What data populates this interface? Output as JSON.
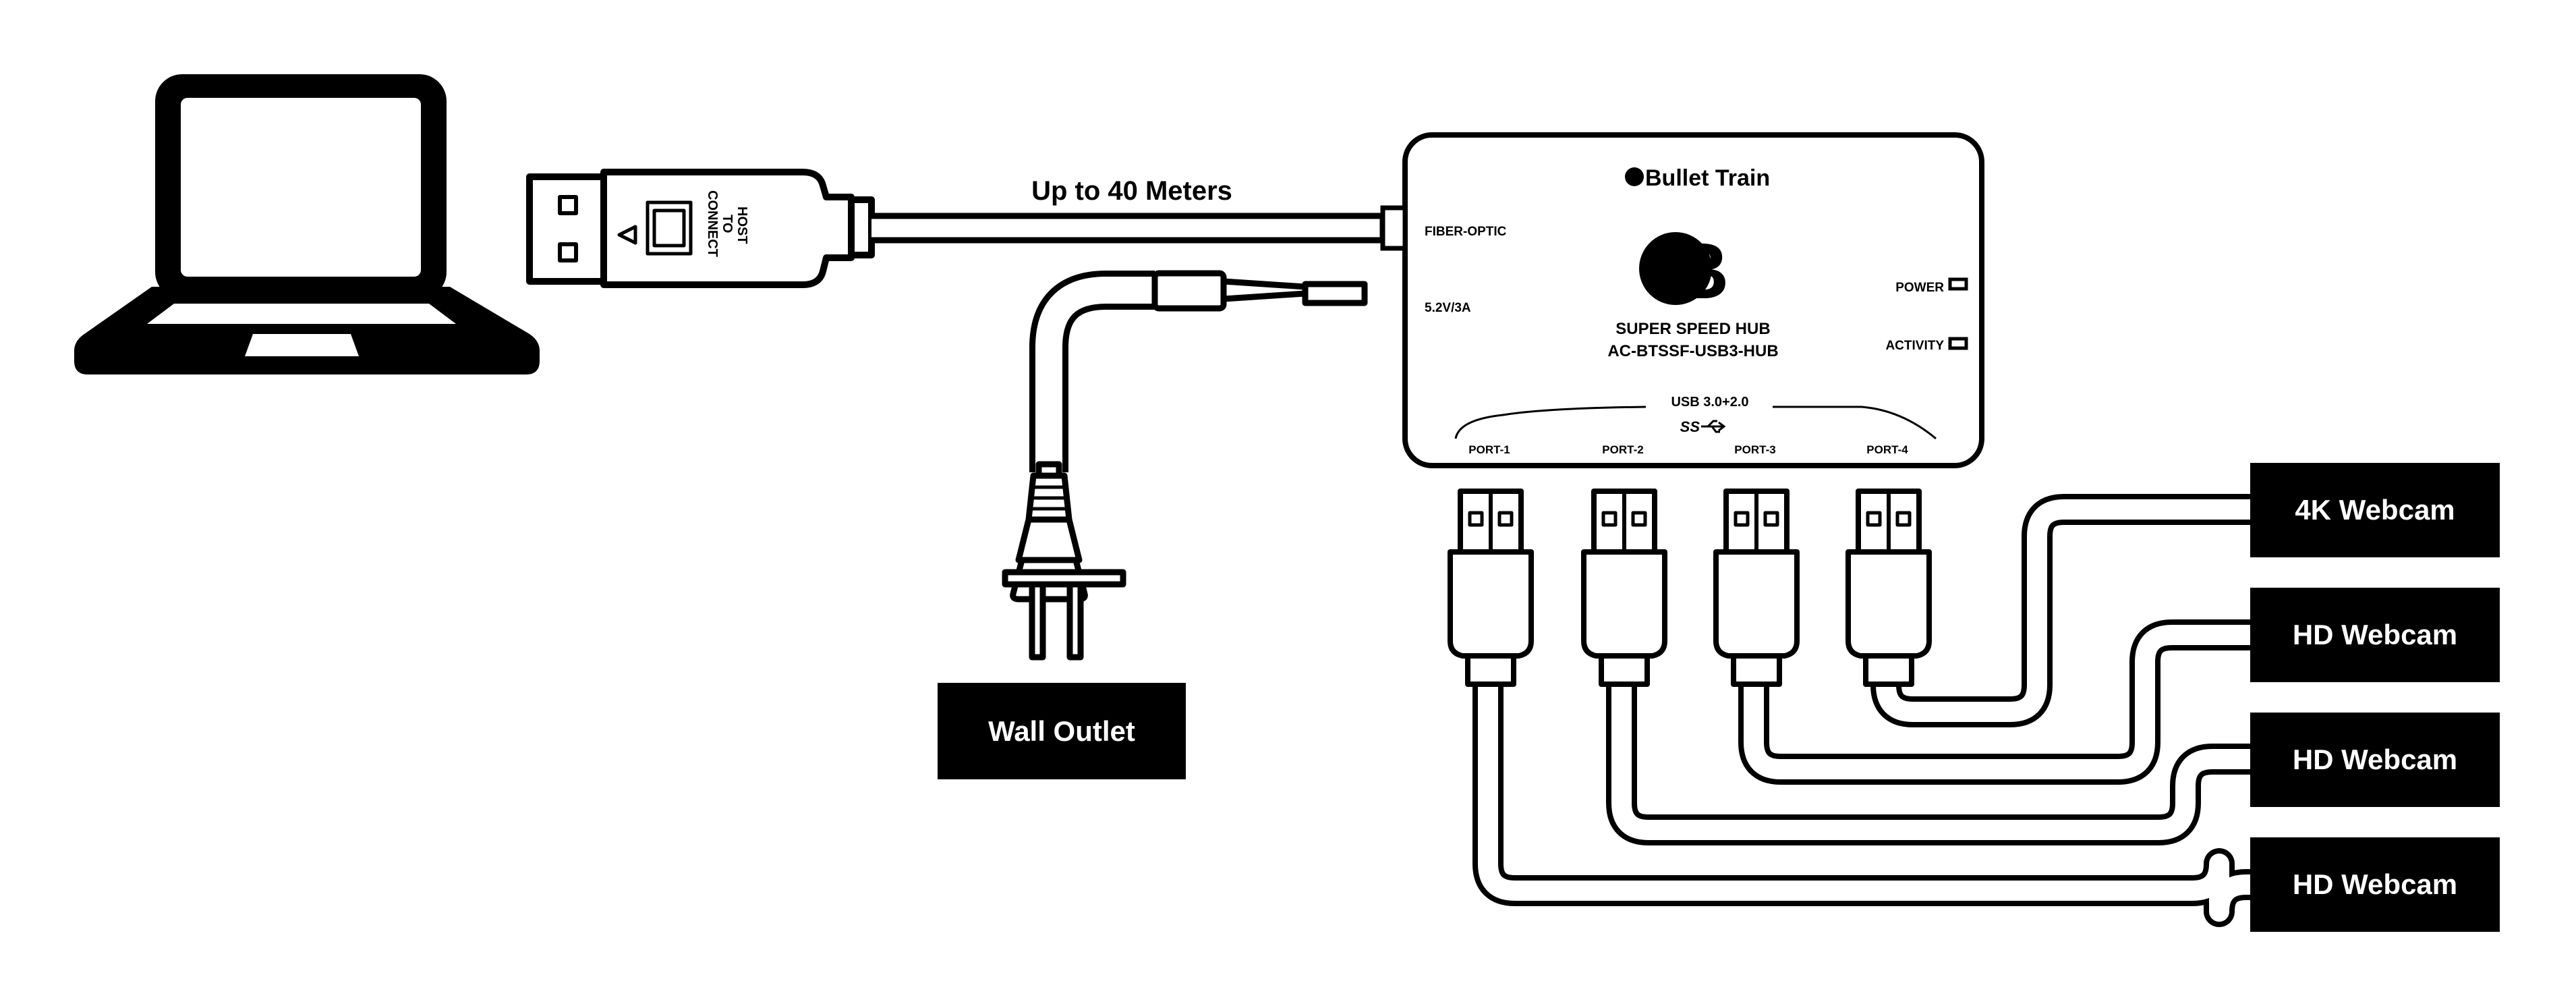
{
  "cable": {
    "distance_label": "Up to 40 Meters"
  },
  "host_connector": {
    "label_line1": "CONNECT",
    "label_line2": "TO",
    "label_line3": "HOST"
  },
  "hub": {
    "brand": "Bullet Train",
    "logo_letter": "B",
    "model_line1": "SUPER SPEED HUB",
    "model_line2": "AC-BTSSF-USB3-HUB",
    "fiber_label": "FIBER-OPTIC",
    "power_input_label": "5.2V/3A",
    "power_led_label": "POWER",
    "activity_led_label": "ACTIVITY",
    "usb_label": "USB 3.0+2.0",
    "ss_logo": "SS",
    "ports": [
      "PORT-1",
      "PORT-2",
      "PORT-3",
      "PORT-4"
    ]
  },
  "power": {
    "label": "Wall Outlet"
  },
  "devices": [
    {
      "label": "4K Webcam"
    },
    {
      "label": "HD Webcam"
    },
    {
      "label": "HD Webcam"
    },
    {
      "label": "HD Webcam"
    }
  ],
  "colors": {
    "stroke": "#000000",
    "background": "#ffffff",
    "label_box": "#000000",
    "label_text": "#ffffff"
  }
}
